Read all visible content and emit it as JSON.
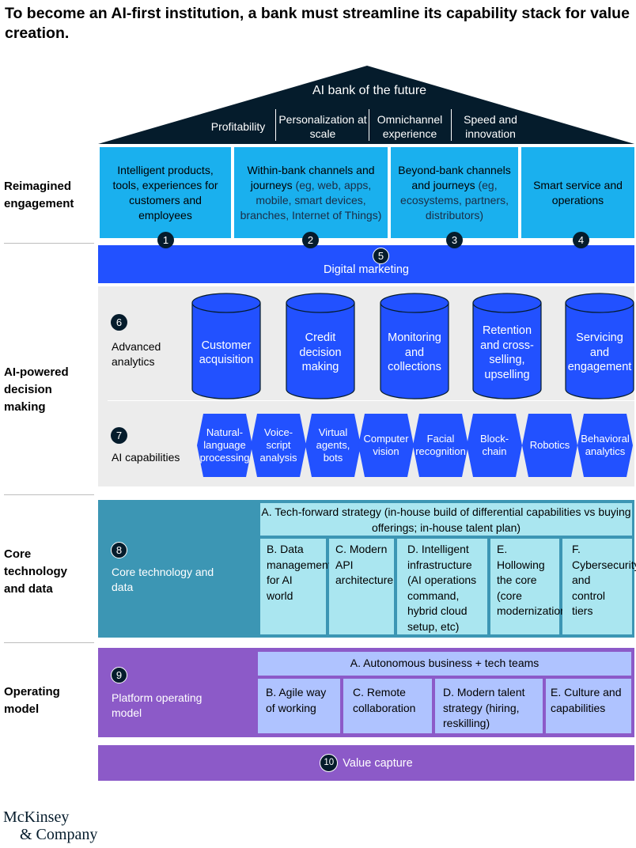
{
  "title": "To become an AI-first institution, a bank must streamline its capability stack for value creation.",
  "roof": {
    "title": "AI bank of the future",
    "values": [
      "Profitability",
      "Personalization at scale",
      "Omnichannel experience",
      "Speed and innovation"
    ]
  },
  "row_labels": {
    "engagement": "Reimagined engagement",
    "decision": "AI-powered decision making",
    "core": "Core technology and data",
    "operating": "Operating model"
  },
  "engagement": {
    "items": [
      {
        "num": "1",
        "main": "Intelligent products, tools,  experiences for customers and employees",
        "detail": ""
      },
      {
        "num": "2",
        "main": "Within-bank channels and journeys",
        "detail": " (eg, web, apps, mobile, smart devices, branches, Internet of Things)"
      },
      {
        "num": "3",
        "main": "Beyond-bank channels and journeys",
        "detail": " (eg, ecosystems, partners, distributors)"
      },
      {
        "num": "4",
        "main": "Smart service and operations",
        "detail": ""
      }
    ]
  },
  "marketing": {
    "num": "5",
    "label": "Digital marketing"
  },
  "analytics": {
    "num": "6",
    "label": "Advanced analytics",
    "cylinders": [
      "Customer acquisition",
      "Credit decision making",
      "Monitoring and collections",
      "Retention and cross-selling, upselling",
      "Servicing and engagement"
    ]
  },
  "ai_capabilities": {
    "num": "7",
    "label": "AI capabilities",
    "items": [
      "Natural-language processing",
      "Voice-script analysis",
      "Virtual agents, bots",
      "Computer vision",
      "Facial recognition",
      "Block-chain",
      "Robotics",
      "Behavioral analytics"
    ]
  },
  "core_tech": {
    "num": "8",
    "label": "Core technology and data",
    "strategy_main": "A. Tech-forward strategy",
    "strategy_detail": " (in-house build of differential capabilities vs buying offerings; in-house talent plan)",
    "cells": [
      {
        "main": "B. Data management for AI world",
        "detail": ""
      },
      {
        "main": "C. Modern API architecture",
        "detail": ""
      },
      {
        "main": "D. Intelligent infrastructure",
        "detail": " (AI operations command, hybrid cloud setup, etc)"
      },
      {
        "main": "E. Hollowing the core",
        "detail": " (core modernization)"
      },
      {
        "main": "F. Cybersecurity and control tiers",
        "detail": ""
      }
    ]
  },
  "operating_model": {
    "num": "9",
    "label": "Platform operating model",
    "top": "A. Autonomous business + tech teams",
    "cells": [
      {
        "main": "B. Agile way of working",
        "detail": ""
      },
      {
        "main": "C. Remote collaboration",
        "detail": ""
      },
      {
        "main": "D. Modern talent strategy",
        "detail": " (hiring, reskilling)"
      },
      {
        "main": "E. Culture and capabilities",
        "detail": ""
      }
    ]
  },
  "value_capture": {
    "num": "10",
    "label": "Value capture"
  },
  "logo": {
    "line1": "McKinsey",
    "line2": "& Company"
  },
  "colors": {
    "navy": "#051c2c",
    "cyan": "#1ab0ee",
    "blue": "#2251ff",
    "teal": "#3c96b4",
    "light_teal": "#aae6f0",
    "purple": "#8c5ac8",
    "lavender": "#afc3ff",
    "grey_panel": "#ececec"
  }
}
